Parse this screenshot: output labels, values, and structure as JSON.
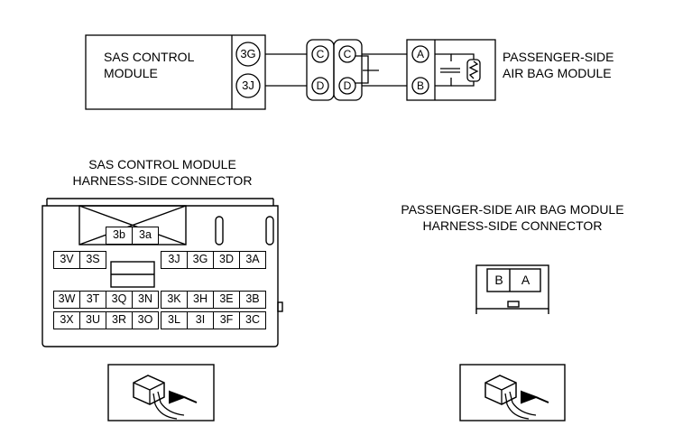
{
  "schematic": {
    "sas_module": {
      "line1": "SAS CONTROL",
      "line2": "MODULE"
    },
    "sas_terminals": [
      "3G",
      "3J"
    ],
    "clock_spring_pins_left": [
      "C",
      "D"
    ],
    "clock_spring_pins_right": [
      "C",
      "D"
    ],
    "airbag_pins": [
      "A",
      "B"
    ],
    "airbag_module": {
      "line1": "PASSENGER-SIDE",
      "line2": "AIR BAG MODULE"
    }
  },
  "sas_connector": {
    "title_line1": "SAS CONTROL MODULE",
    "title_line2": "HARNESS-SIDE CONNECTOR",
    "top_pins": [
      "3b",
      "3a"
    ],
    "row1_left": [
      "3V",
      "3S"
    ],
    "row1_right": [
      "3J",
      "3G",
      "3D",
      "3A"
    ],
    "row2": [
      "3W",
      "3T",
      "3Q",
      "3N",
      "3K",
      "3H",
      "3E",
      "3B"
    ],
    "row3": [
      "3X",
      "3U",
      "3R",
      "3O",
      "3L",
      "3I",
      "3F",
      "3C"
    ]
  },
  "airbag_connector": {
    "title_line1": "PASSENGER-SIDE AIR BAG MODULE",
    "title_line2": "HARNESS-SIDE CONNECTOR",
    "pins": [
      "B",
      "A"
    ]
  }
}
